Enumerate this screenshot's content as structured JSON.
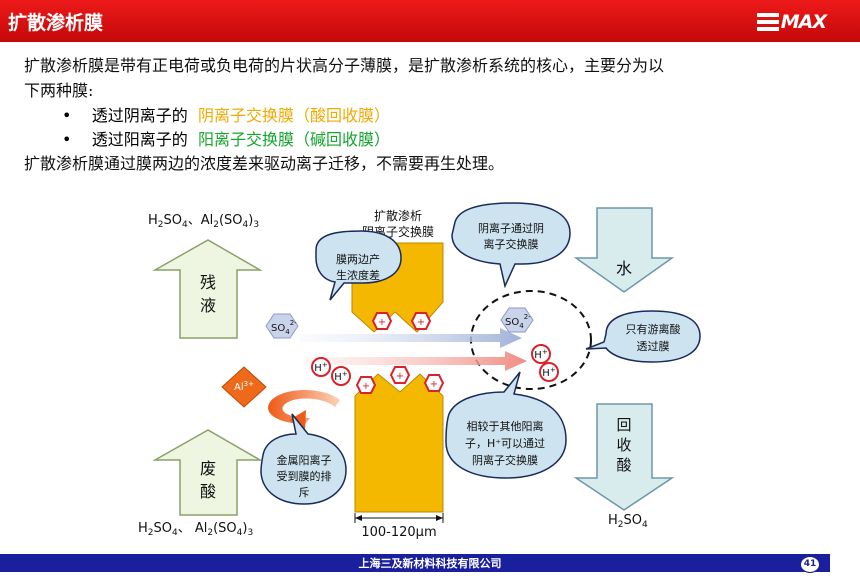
{
  "header": {
    "title": "扩散渗析膜",
    "logo": "MAX"
  },
  "intro": {
    "line1": "扩散渗析膜是带有正电荷或负电荷的片状高分子薄膜，是扩散渗析系统的核心，主要分为以",
    "line2": "下两种膜:",
    "bullet1_prefix": "透过阴离子的",
    "bullet1_highlight": "阴离子交换膜（酸回收膜）",
    "bullet2_prefix": "透过阳离子的",
    "bullet2_highlight": "阳离子交换膜（碱回收膜）",
    "line3": "扩散渗析膜通过膜两边的浓度差来驱动离子迁移，不需要再生处理。"
  },
  "diagram": {
    "top_left_formula": "H2SO4、Al2(SO4)3",
    "bottom_left_formula": "H2SO4、 Al2(SO4)3",
    "residual_label": "残液",
    "waste_acid_label": "废酸",
    "water_label": "水",
    "recovered_acid_label": "回收酸",
    "bottom_right_formula": "H2SO4",
    "membrane_label_line1": "扩散渗析",
    "membrane_label_line2": "阴离子交换膜",
    "thickness": "100-120μm",
    "ion_so4": "SO4",
    "ion_so4_charge": "2-",
    "ion_h": "H",
    "ion_h_charge": "+",
    "ion_al": "Al",
    "ion_al_charge": "3+",
    "plus": "+",
    "callout_concentration": [
      "膜两边产",
      "生浓度差"
    ],
    "callout_anion_pass": [
      "阴离子通过阴",
      "离子交换膜"
    ],
    "callout_free_acid": [
      "只有游离酸",
      "透过膜"
    ],
    "callout_h_pass": [
      "相较于其他阳离",
      "子，H⁺可以通过",
      "阴离子交换膜"
    ],
    "callout_metal_repel": [
      "金属阳离子",
      "受到膜的排",
      "斥"
    ]
  },
  "footer": {
    "company": "上海三及新材料科技有限公司",
    "page": "41"
  },
  "colors": {
    "title_red": "#d90f0f",
    "footer_blue": "#1a1f9e",
    "membrane_yellow": "#f5b800",
    "arrow_green": "#eef6e2",
    "arrow_blue": "#d8ecee",
    "callout_blue": "#cde3ef",
    "ion_red": "#d8232a",
    "al_orange": "#ee6a1a"
  }
}
